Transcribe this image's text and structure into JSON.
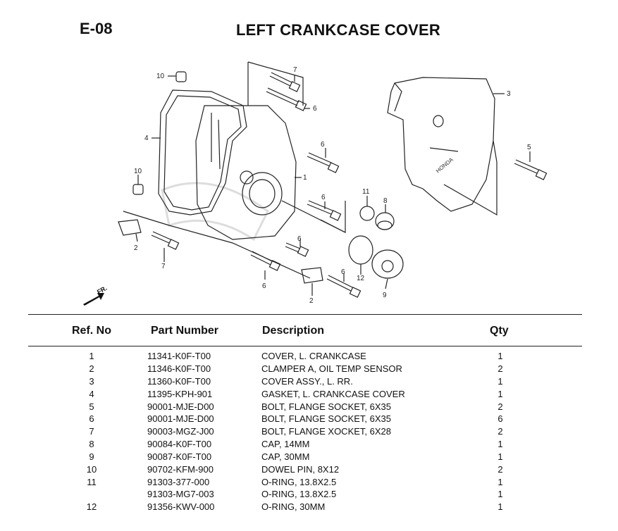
{
  "header": {
    "section_code": "E-08",
    "title": "LEFT CRANKCASE COVER"
  },
  "diagram": {
    "front_label": "FR.",
    "brand_mark": "HONDA",
    "callouts": [
      "10",
      "7",
      "6",
      "3",
      "4",
      "6",
      "1",
      "5",
      "10",
      "6",
      "11",
      "8",
      "2",
      "6",
      "7",
      "12",
      "6",
      "6",
      "2",
      "9"
    ]
  },
  "table": {
    "columns": [
      "Ref. No",
      "Part Number",
      "Description",
      "Qty"
    ],
    "rows": [
      {
        "ref": "1",
        "part_number": "11341-K0F-T00",
        "description": "COVER, L. CRANKCASE",
        "qty": "1"
      },
      {
        "ref": "2",
        "part_number": "11346-K0F-T00",
        "description": "CLAMPER A, OIL TEMP SENSOR",
        "qty": "2"
      },
      {
        "ref": "3",
        "part_number": "11360-K0F-T00",
        "description": "COVER ASSY., L. RR.",
        "qty": "1"
      },
      {
        "ref": "4",
        "part_number": "11395-KPH-901",
        "description": "GASKET, L. CRANKCASE COVER",
        "qty": "1"
      },
      {
        "ref": "5",
        "part_number": "90001-MJE-D00",
        "description": "BOLT, FLANGE SOCKET, 6X35",
        "qty": "2"
      },
      {
        "ref": "6",
        "part_number": "90001-MJE-D00",
        "description": "BOLT, FLANGE SOCKET, 6X35",
        "qty": "6"
      },
      {
        "ref": "7",
        "part_number": "90003-MGZ-J00",
        "description": "BOLT, FLANGE XOCKET, 6X28",
        "qty": "2"
      },
      {
        "ref": "8",
        "part_number": "90084-K0F-T00",
        "description": "CAP, 14MM",
        "qty": "1"
      },
      {
        "ref": "9",
        "part_number": "90087-K0F-T00",
        "description": "CAP, 30MM",
        "qty": "1"
      },
      {
        "ref": "10",
        "part_number": "90702-KFM-900",
        "description": "DOWEL PIN, 8X12",
        "qty": "2"
      },
      {
        "ref": "11",
        "part_number": "91303-377-000",
        "description": "O-RING, 13.8X2.5",
        "qty": "1"
      },
      {
        "ref": "",
        "part_number": "91303-MG7-003",
        "description": "O-RING, 13.8X2.5",
        "qty": "1"
      },
      {
        "ref": "12",
        "part_number": "91356-KWV-000",
        "description": "O-RING, 30MM",
        "qty": "1"
      }
    ]
  }
}
